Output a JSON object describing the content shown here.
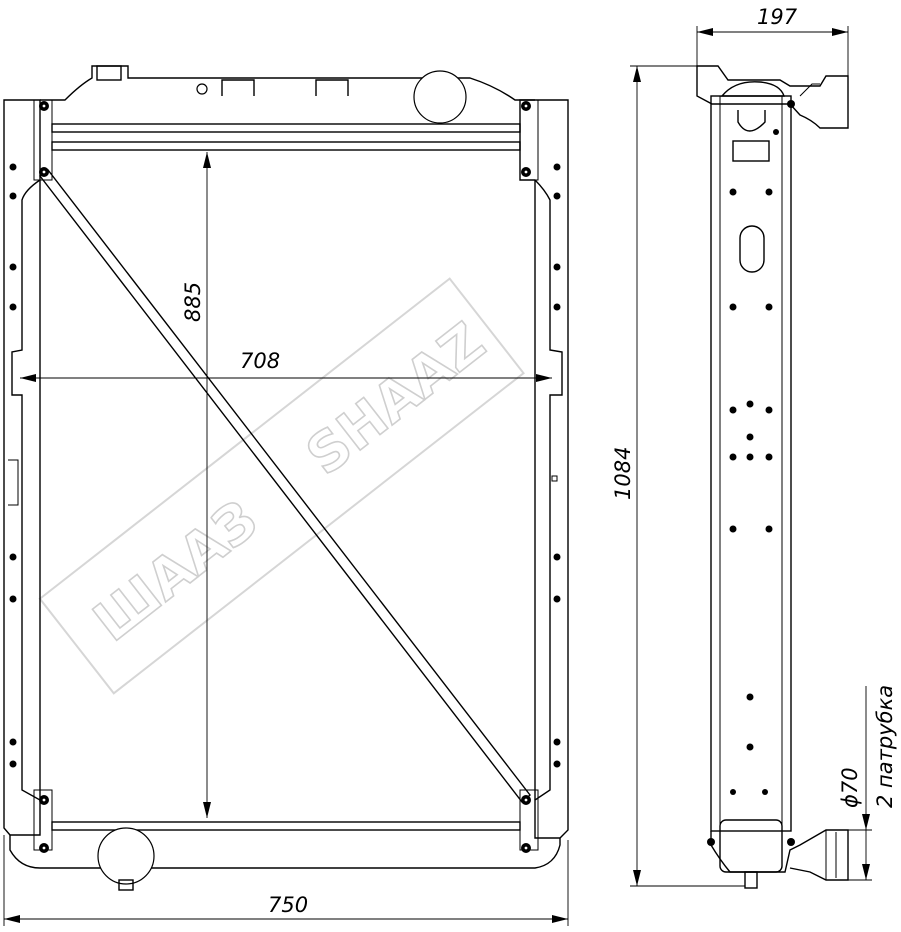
{
  "dimensions": {
    "width_overall": "750",
    "width_core": "708",
    "height_core": "885",
    "height_overall": "1084",
    "depth": "197",
    "pipe_diameter": "ϕ70",
    "pipe_note": "2 патрубка"
  },
  "watermark": {
    "left": "ШААЗ",
    "right": "SHAAZ"
  }
}
